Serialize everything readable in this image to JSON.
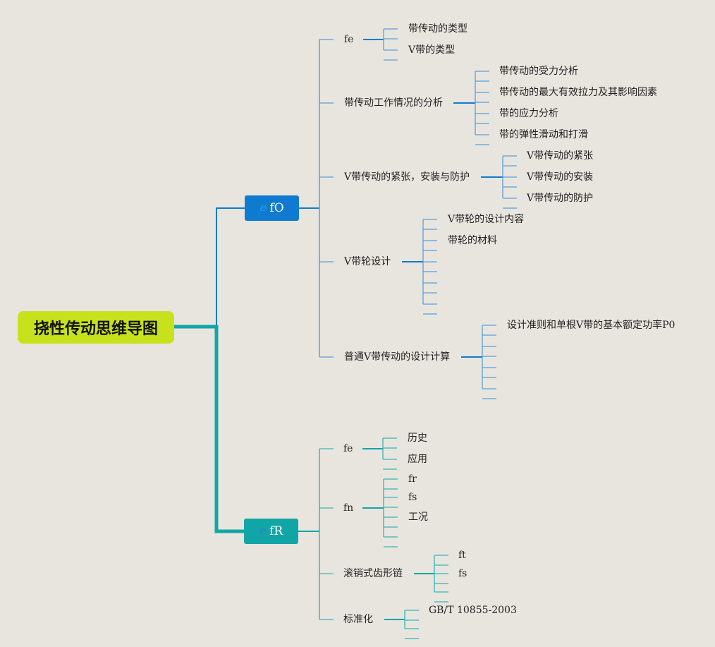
{
  "root": {
    "label": "挠性传动思维导图"
  },
  "colors": {
    "background": "#e8e5df",
    "root": "#c7e21d",
    "blue": "#0f7bd0",
    "teal": "#12a5a6",
    "blue_line": "#5a9fd6",
    "teal_line": "#3ab3b3"
  },
  "icons": {
    "hub": "fire-icon"
  },
  "hub1": {
    "label": "fO",
    "topics": [
      {
        "label": "fe",
        "children": [
          "带传动的类型",
          "V带的类型"
        ]
      },
      {
        "label": "带传动工作情况的分析",
        "children": [
          "带传动的受力分析",
          "带传动的最大有效拉力及其影响因素",
          "带的应力分析",
          "带的弹性滑动和打滑"
        ]
      },
      {
        "label": "V带传动的紧张，安装与防护",
        "children": [
          "V带传动的紧张",
          "V带传动的安装",
          "V带传动的防护"
        ]
      },
      {
        "label": "V带轮设计",
        "children": [
          "V带轮的设计内容",
          "带轮的材料",
          "",
          "",
          ""
        ]
      },
      {
        "label": "普通V带传动的设计计算",
        "children": [
          "设计准则和单根V带的基本额定功率P0",
          "",
          "",
          ""
        ]
      }
    ]
  },
  "hub2": {
    "label": "fR",
    "topics": [
      {
        "label": "fe",
        "children": [
          "历史",
          "应用"
        ]
      },
      {
        "label": "fn",
        "children": [
          "fr",
          "fs",
          "工况",
          ""
        ]
      },
      {
        "label": "滚销式齿形链",
        "children": [
          "ft",
          "fs",
          ""
        ]
      },
      {
        "label": "标准化",
        "children": [
          "GB/T 10855-2003",
          ""
        ]
      }
    ]
  }
}
